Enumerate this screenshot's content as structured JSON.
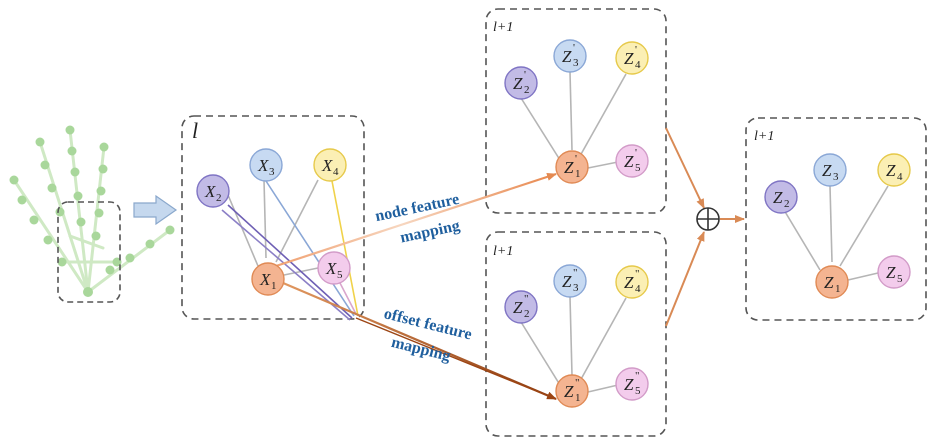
{
  "diagram": {
    "panel_input": {
      "layer_label": "l",
      "nodes": [
        {
          "letter": "X",
          "sub": "1",
          "sup": "",
          "color": "#f4b491"
        },
        {
          "letter": "X",
          "sub": "2",
          "sup": "",
          "color": "#c2bbe6"
        },
        {
          "letter": "X",
          "sub": "3",
          "sup": "",
          "color": "#c7daf2"
        },
        {
          "letter": "X",
          "sub": "4",
          "sup": "",
          "color": "#fbefb4"
        },
        {
          "letter": "X",
          "sub": "5",
          "sup": "",
          "color": "#f3ccec"
        }
      ]
    },
    "panel_node": {
      "layer_label": "l+1",
      "nodes": [
        {
          "letter": "Z",
          "sub": "1",
          "sup": "'",
          "color": "#f4b491"
        },
        {
          "letter": "Z",
          "sub": "2",
          "sup": "'",
          "color": "#c2bbe6"
        },
        {
          "letter": "Z",
          "sub": "3",
          "sup": "'",
          "color": "#c7daf2"
        },
        {
          "letter": "Z",
          "sub": "4",
          "sup": "'",
          "color": "#fbefb4"
        },
        {
          "letter": "Z",
          "sub": "5",
          "sup": "'",
          "color": "#f3ccec"
        }
      ]
    },
    "panel_offset": {
      "layer_label": "l+1",
      "nodes": [
        {
          "letter": "Z",
          "sub": "1",
          "sup": "\"",
          "color": "#f4b491"
        },
        {
          "letter": "Z",
          "sub": "2",
          "sup": "\"",
          "color": "#c2bbe6"
        },
        {
          "letter": "Z",
          "sub": "3",
          "sup": "\"",
          "color": "#c7daf2"
        },
        {
          "letter": "Z",
          "sub": "4",
          "sup": "\"",
          "color": "#fbefb4"
        },
        {
          "letter": "Z",
          "sub": "5",
          "sup": "\"",
          "color": "#f3ccec"
        }
      ]
    },
    "panel_output": {
      "layer_label": "l+1",
      "nodes": [
        {
          "letter": "Z",
          "sub": "1",
          "sup": "",
          "color": "#f4b491"
        },
        {
          "letter": "Z",
          "sub": "2",
          "sup": "",
          "color": "#c2bbe6"
        },
        {
          "letter": "Z",
          "sub": "3",
          "sup": "",
          "color": "#c7daf2"
        },
        {
          "letter": "Z",
          "sub": "4",
          "sup": "",
          "color": "#fbefb4"
        },
        {
          "letter": "Z",
          "sub": "5",
          "sup": "",
          "color": "#f3ccec"
        }
      ]
    },
    "labels": {
      "node_mapping_line1": "node feature",
      "node_mapping_line2": "mapping",
      "offset_mapping_line1": "offset feature",
      "offset_mapping_line2": "mapping"
    },
    "colors": {
      "hand_skeleton": "#bfe3b3",
      "hand_joint": "#a4d495",
      "arrow_block": "#c5d8ee",
      "node_arrow": "#f2b28c",
      "offset_arrow": "#a04a16",
      "merge_arrow": "#d98a55",
      "edge_gray": "#b5b5b5",
      "label_blue": "#1f5f9e"
    }
  }
}
